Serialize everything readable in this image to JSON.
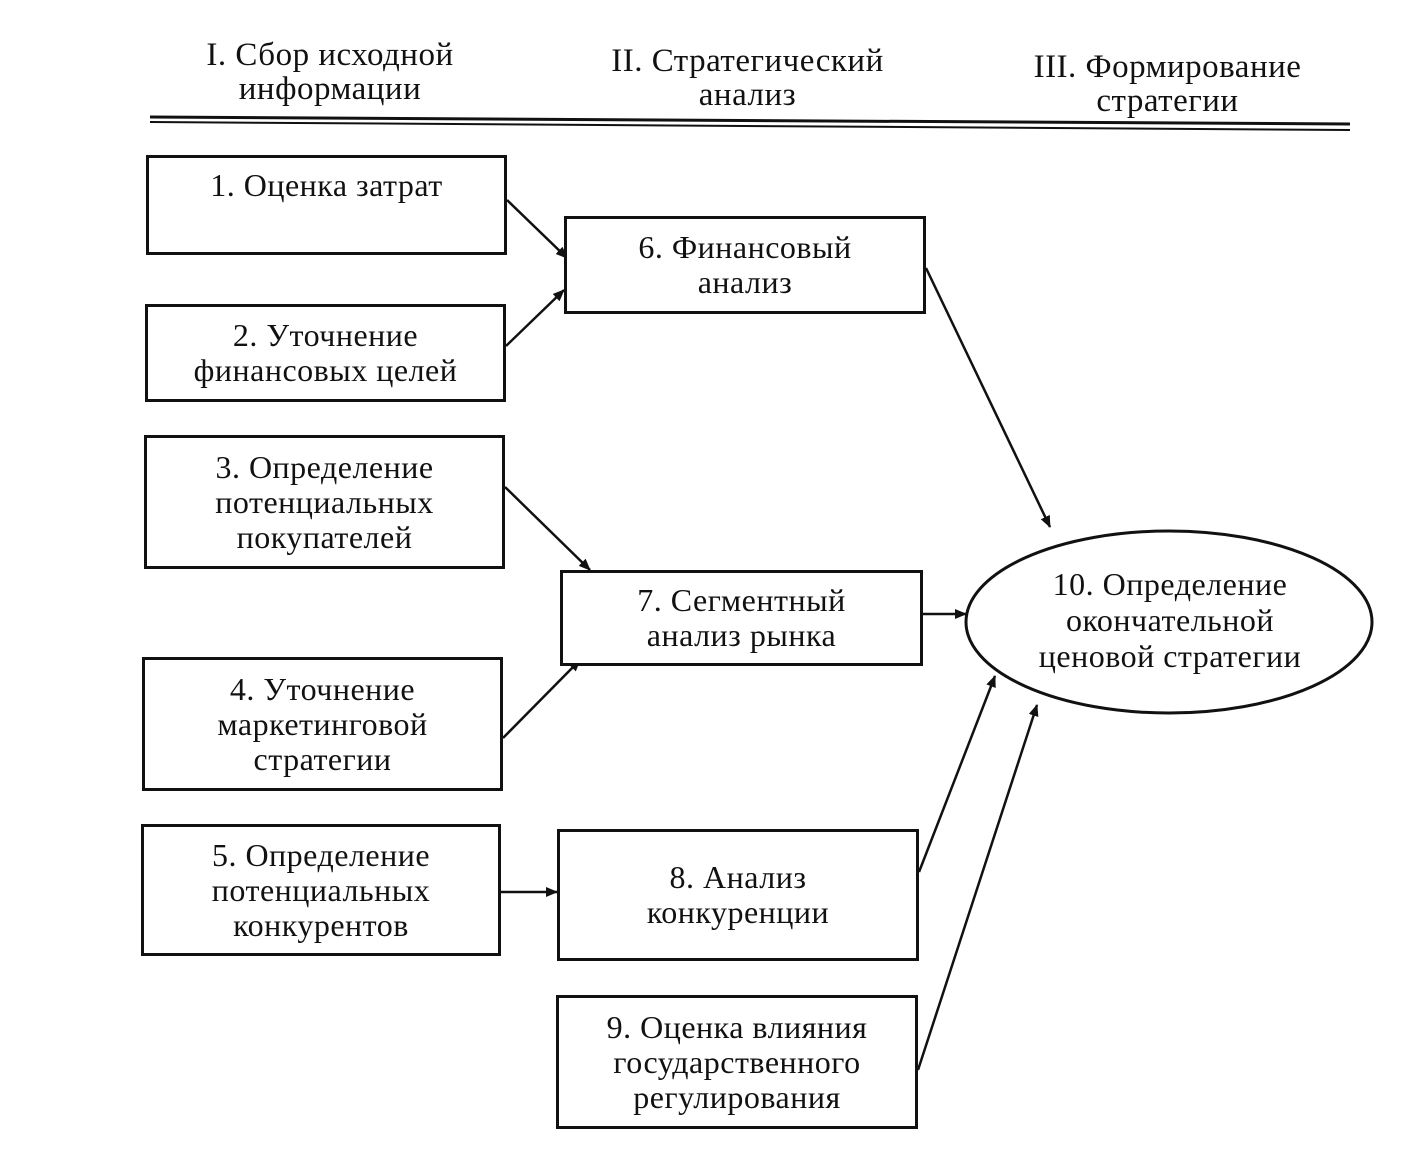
{
  "headers": {
    "stage1": "I. Сбор исходной\nинформации",
    "stage2": "II. Стратегический\nанализ",
    "stage3": "III. Формирование\nстратегии"
  },
  "nodes": {
    "n1": "1. Оценка затрат",
    "n2": "2. Уточнение\nфинансовых целей",
    "n3": "3. Определение\nпотенциальных\nпокупателей",
    "n4": "4. Уточнение\nмаркетинговой\nстратегии",
    "n5": "5. Определение\nпотенциальных\nконкурентов",
    "n6": "6. Финансовый\nанализ",
    "n7": "7. Сегментный\nанализ рынка",
    "n8": "8. Анализ\nконкуренции",
    "n9": "9. Оценка влияния\nгосударственного\nрегулирования",
    "n10": "10. Определение\nокончательной\nценовой стратегии"
  },
  "edges": [
    {
      "from": "n1",
      "to": "n6"
    },
    {
      "from": "n2",
      "to": "n6"
    },
    {
      "from": "n3",
      "to": "n7"
    },
    {
      "from": "n4",
      "to": "n7"
    },
    {
      "from": "n5",
      "to": "n8"
    },
    {
      "from": "n6",
      "to": "n10"
    },
    {
      "from": "n7",
      "to": "n10"
    },
    {
      "from": "n8",
      "to": "n10"
    },
    {
      "from": "n9",
      "to": "n10"
    }
  ],
  "colors": {
    "ink": "#111111",
    "background": "#ffffff"
  }
}
